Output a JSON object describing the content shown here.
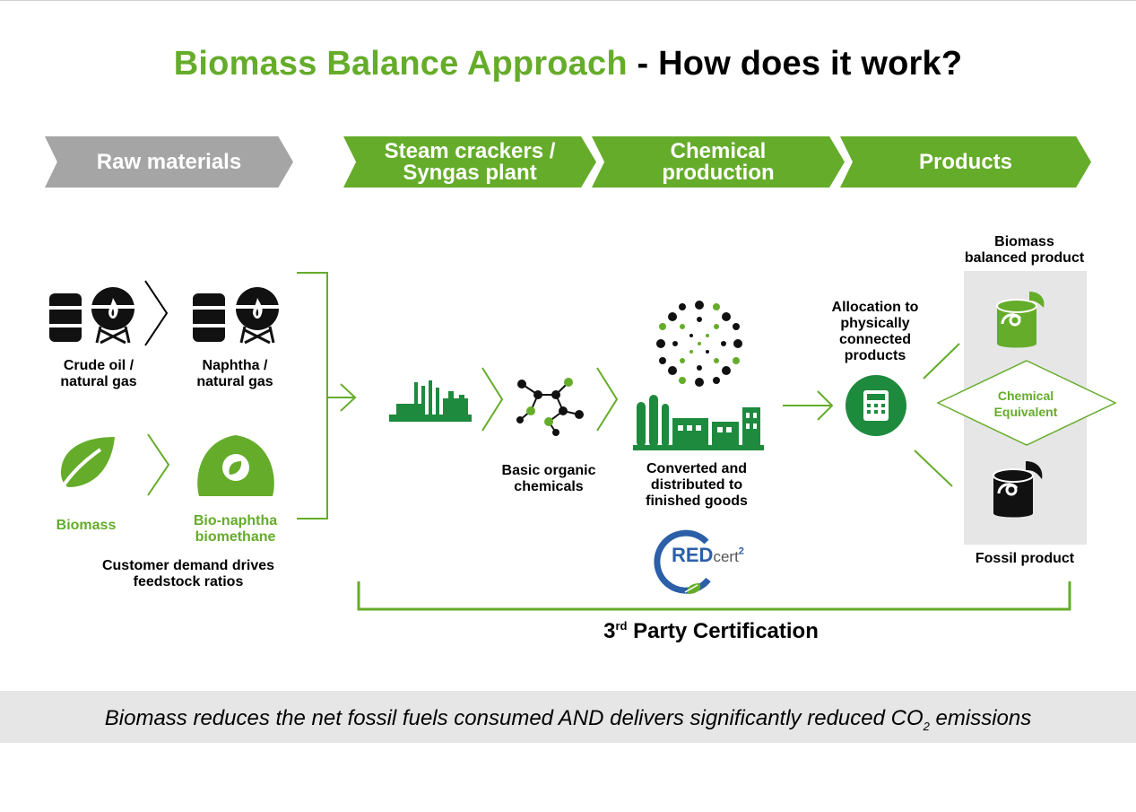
{
  "title": {
    "green_part": "Biomass Balance Approach",
    "dark_part": " - How does it work?"
  },
  "stages": [
    {
      "label": "Raw materials"
    },
    {
      "line1": "Steam crackers /",
      "line2": "Syngas plant"
    },
    {
      "line1": "Chemical",
      "line2": "production"
    },
    {
      "label": "Products"
    }
  ],
  "raw": {
    "crude_line1": "Crude oil /",
    "crude_line2": "natural gas",
    "naphtha_line1": "Naphtha /",
    "naphtha_line2": "natural gas",
    "biomass": "Biomass",
    "bio_line1": "Bio-naphtha",
    "bio_line2": "biomethane",
    "demand_line1": "Customer demand drives",
    "demand_line2": "feedstock ratios"
  },
  "process": {
    "basic_line1": "Basic organic",
    "basic_line2": "chemicals",
    "converted_line1": "Converted and",
    "converted_line2": "distributed to",
    "converted_line3": "finished goods",
    "alloc_line1": "Allocation to",
    "alloc_line2": "physically",
    "alloc_line3": "connected",
    "alloc_line4": "products"
  },
  "products": {
    "bio_line1": "Biomass",
    "bio_line2": "balanced product",
    "equiv_line1": "Chemical",
    "equiv_line2": "Equivalent",
    "fossil": "Fossil product"
  },
  "certification": {
    "logo_red": "RED",
    "logo_cert": "cert",
    "logo_sup": "2",
    "label_prefix": "3",
    "label_sup": "rd",
    "label_rest": " Party Certification"
  },
  "footer": {
    "text_before": "Biomass reduces the net fossil fuels consumed AND delivers significantly reduced CO",
    "text_sub": "2",
    "text_after": " emissions"
  },
  "colors": {
    "green": "#65ac2a",
    "dark_green": "#1e8a3e",
    "gray": "#a5a5a5",
    "band": "#e6e6e6",
    "redcert_blue": "#2b5fa8"
  }
}
